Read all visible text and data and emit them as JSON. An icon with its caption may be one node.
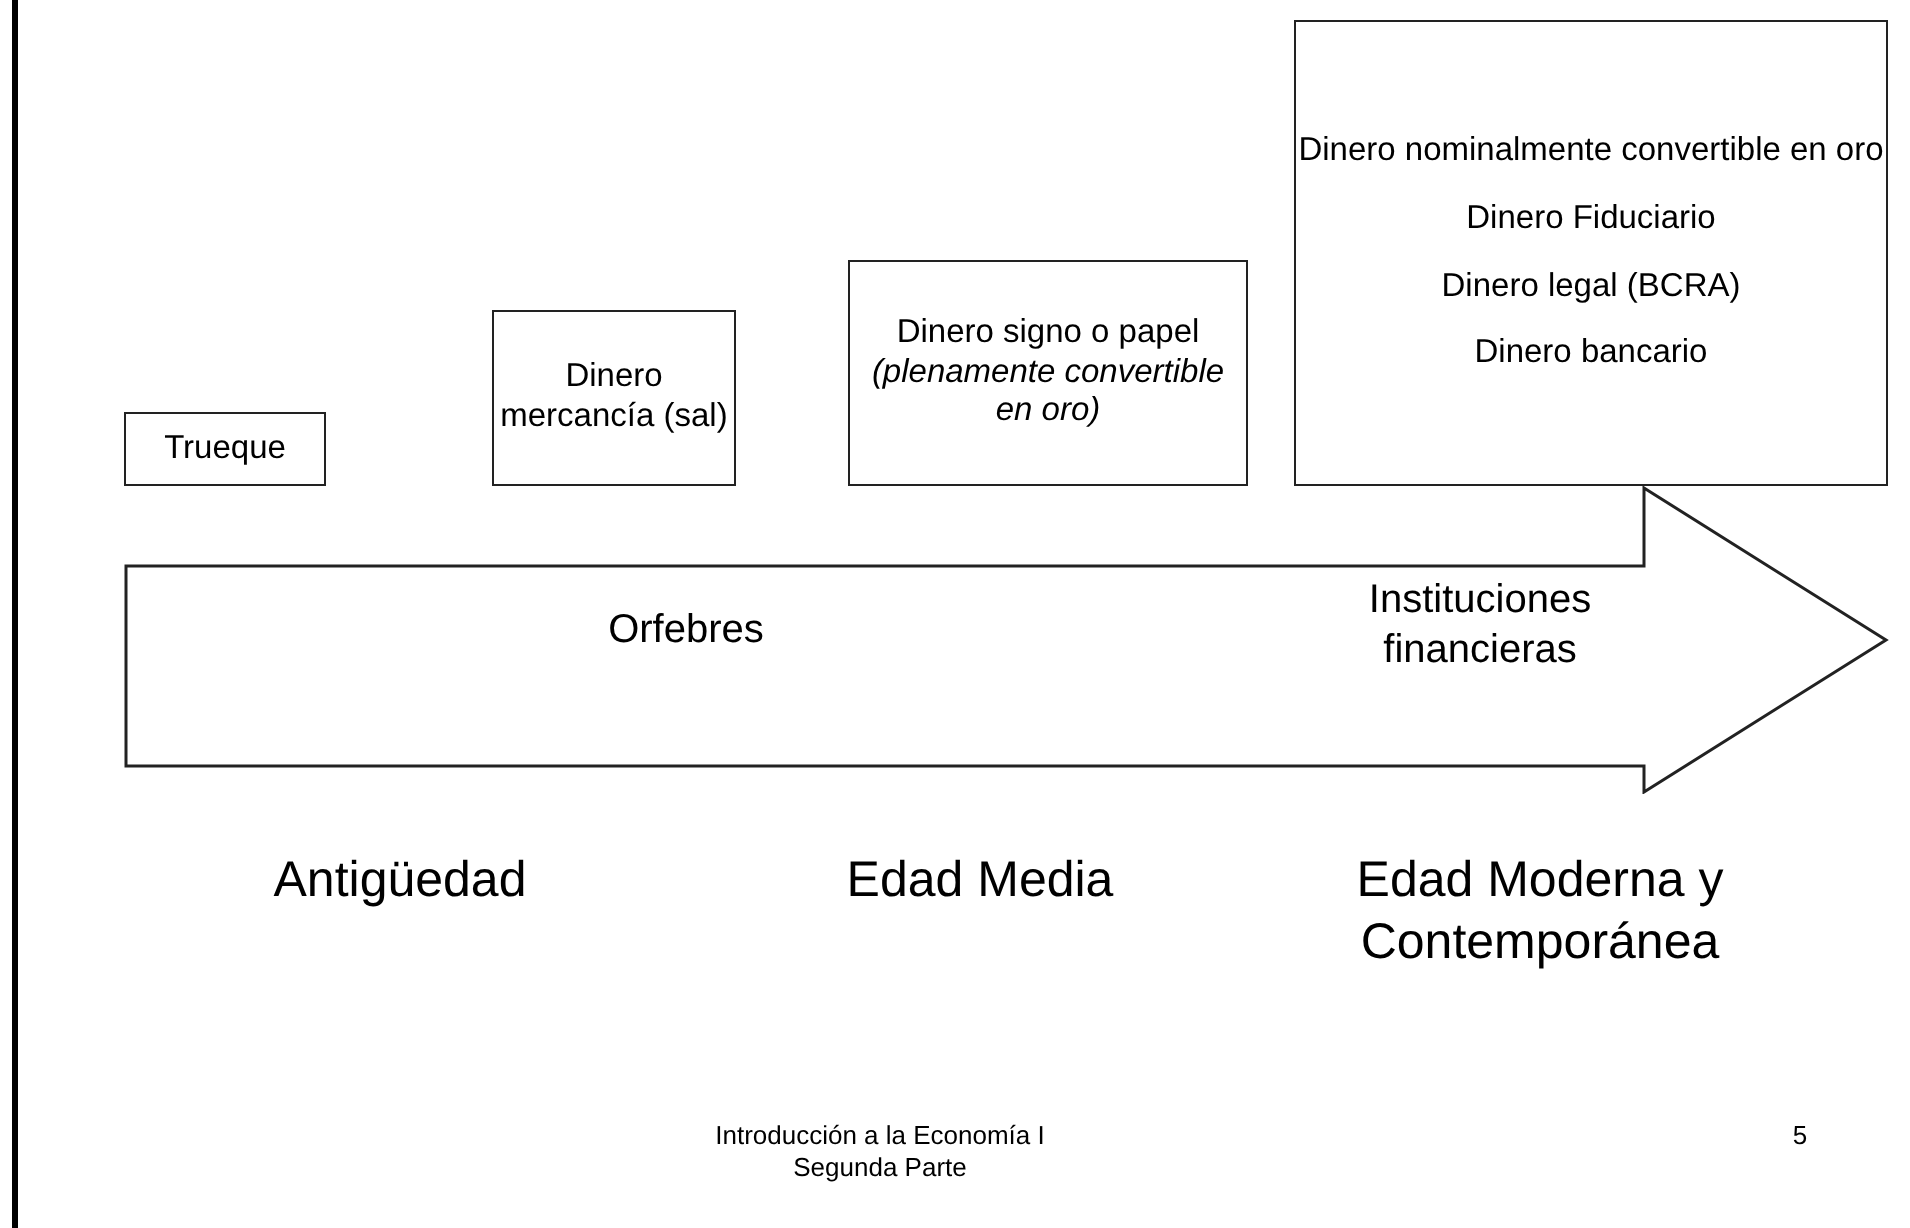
{
  "diagram": {
    "nodes": [
      {
        "text": [
          "Trueque"
        ]
      },
      {
        "text": [
          "Dinero mercancía (sal)"
        ]
      },
      {
        "text": [
          "Dinero signo o papel *(plenamente convertible en oro)*"
        ]
      },
      {
        "text": [
          "Dinero nominalmente convertible en oro",
          "Dinero Fiduciario",
          "Dinero legal (BCRA)",
          "Dinero bancario"
        ]
      },
      {
        "text": [
          "Orfebres",
          "Instituciones financieras"
        ]
      }
    ],
    "labels": [
      "Antigüedad",
      "Edad Media",
      "Edad Moderna y Contemporánea",
      "Introducción a la Economía I Segunda Parte",
      "5"
    ]
  }
}
